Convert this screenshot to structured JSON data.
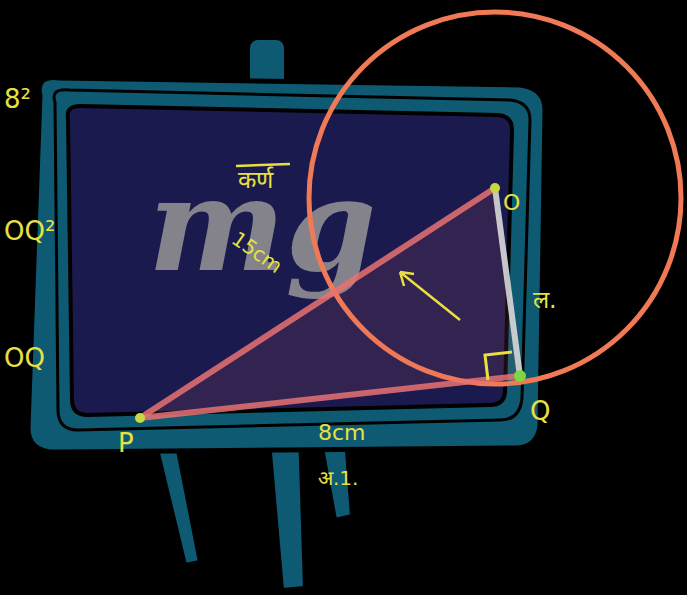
{
  "diagram": {
    "labels": [
      "कर्ण",
      "15cm",
      "8cm",
      "अ.1.",
      "ल.",
      "P",
      "Q",
      "O",
      "8²",
      "OQ²",
      "OQ",
      "mg"
    ]
  }
}
